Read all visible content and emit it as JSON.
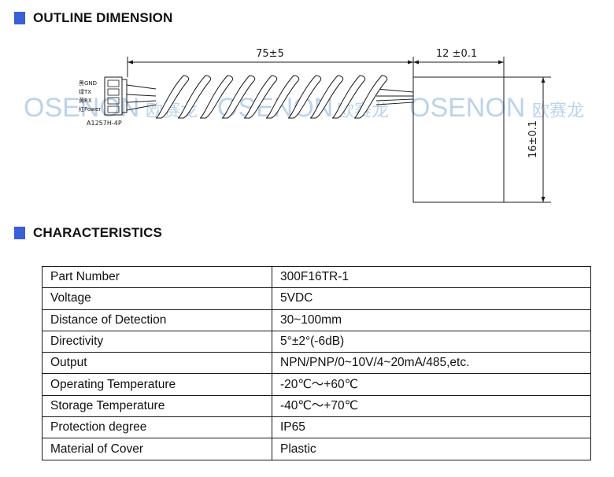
{
  "sections": {
    "outline": "OUTLINE DIMENSION",
    "characteristics": "CHARACTERISTICS"
  },
  "colors": {
    "marker": "#3a5fd6",
    "watermark": "#bcd3ea",
    "line": "#1a1a1a"
  },
  "drawing": {
    "dim_length": "75±5",
    "dim_width": "12 ±0.1",
    "dim_height": "16±0.1",
    "connector_model": "A1257H-4P",
    "pins": [
      "黑GND",
      "绿TX",
      "黄RX",
      "红Power"
    ],
    "watermark_brand": "OSENON",
    "watermark_cn": "欧赛龙"
  },
  "specs": [
    {
      "label": "Part Number",
      "value": "300F16TR-1"
    },
    {
      "label": "Voltage",
      "value": "5VDC"
    },
    {
      "label": "Distance of Detection",
      "value": "30~100mm"
    },
    {
      "label": "Directivity",
      "value": "5°±2°(-6dB)"
    },
    {
      "label": "Output",
      "value": "NPN/PNP/0~10V/4~20mA/485,etc."
    },
    {
      "label": "Operating Temperature",
      "value": "-20℃～+60℃"
    },
    {
      "label": "Storage Temperature",
      "value": "-40℃～+70℃"
    },
    {
      "label": "Protection degree",
      "value": "IP65"
    },
    {
      "label": "Material of Cover",
      "value": "Plastic"
    }
  ]
}
